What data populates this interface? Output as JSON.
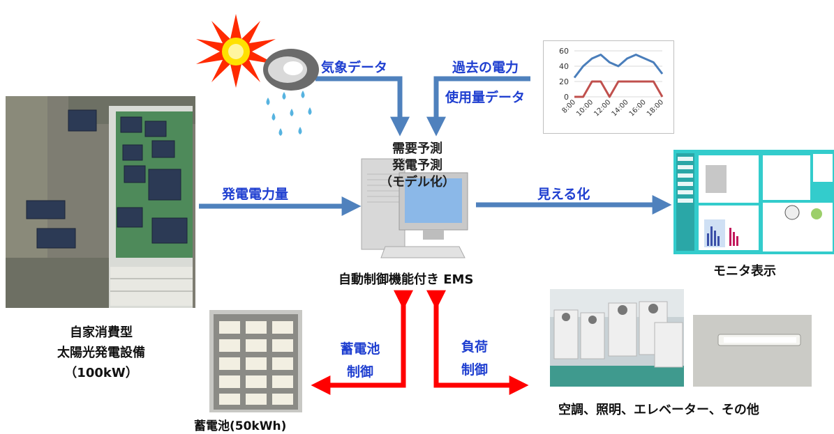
{
  "labels": {
    "weather_data": "気象データ",
    "past_power_line1": "過去の電力",
    "past_power_line2": "使用量データ",
    "ems_line1": "需要予測",
    "ems_line2": "発電予測",
    "ems_line3": "（モデル化）",
    "generation_amount": "発電電力量",
    "visualization": "見える化",
    "monitor_caption": "モニタ表示",
    "ems_caption": "自動制御機能付き EMS",
    "solar_line1": "自家消費型",
    "solar_line2": "太陽光発電設備",
    "solar_line3": "（100kW）",
    "battery_ctrl_line1": "蓄電池",
    "battery_ctrl_line2": "制御",
    "load_ctrl_line1": "負荷",
    "load_ctrl_line2": "制御",
    "battery_caption": "蓄電池(50kWh)",
    "loads_caption": "空調、照明、エレベーター、その他"
  },
  "colors": {
    "blue_arrow": "#4f81bd",
    "red_arrow": "#ff0000",
    "label_blue": "#1f3fd0"
  },
  "chart_data": {
    "type": "line",
    "x": [
      "8:00",
      "9:00",
      "10:00",
      "11:00",
      "12:00",
      "13:00",
      "14:00",
      "15:00",
      "16:00",
      "17:00",
      "18:00"
    ],
    "xticks": [
      "8:00",
      "10:00",
      "12:00",
      "14:00",
      "16:00",
      "18:00"
    ],
    "series": [
      {
        "color": "#4a7ebb",
        "values": [
          25,
          40,
          50,
          55,
          45,
          40,
          50,
          55,
          50,
          45,
          30
        ]
      },
      {
        "color": "#c0504d",
        "values": [
          0,
          0,
          20,
          20,
          0,
          20,
          20,
          20,
          20,
          20,
          0
        ]
      }
    ],
    "ylim": [
      0,
      60
    ],
    "yticks": [
      0,
      20,
      40,
      60
    ],
    "grid": true
  }
}
